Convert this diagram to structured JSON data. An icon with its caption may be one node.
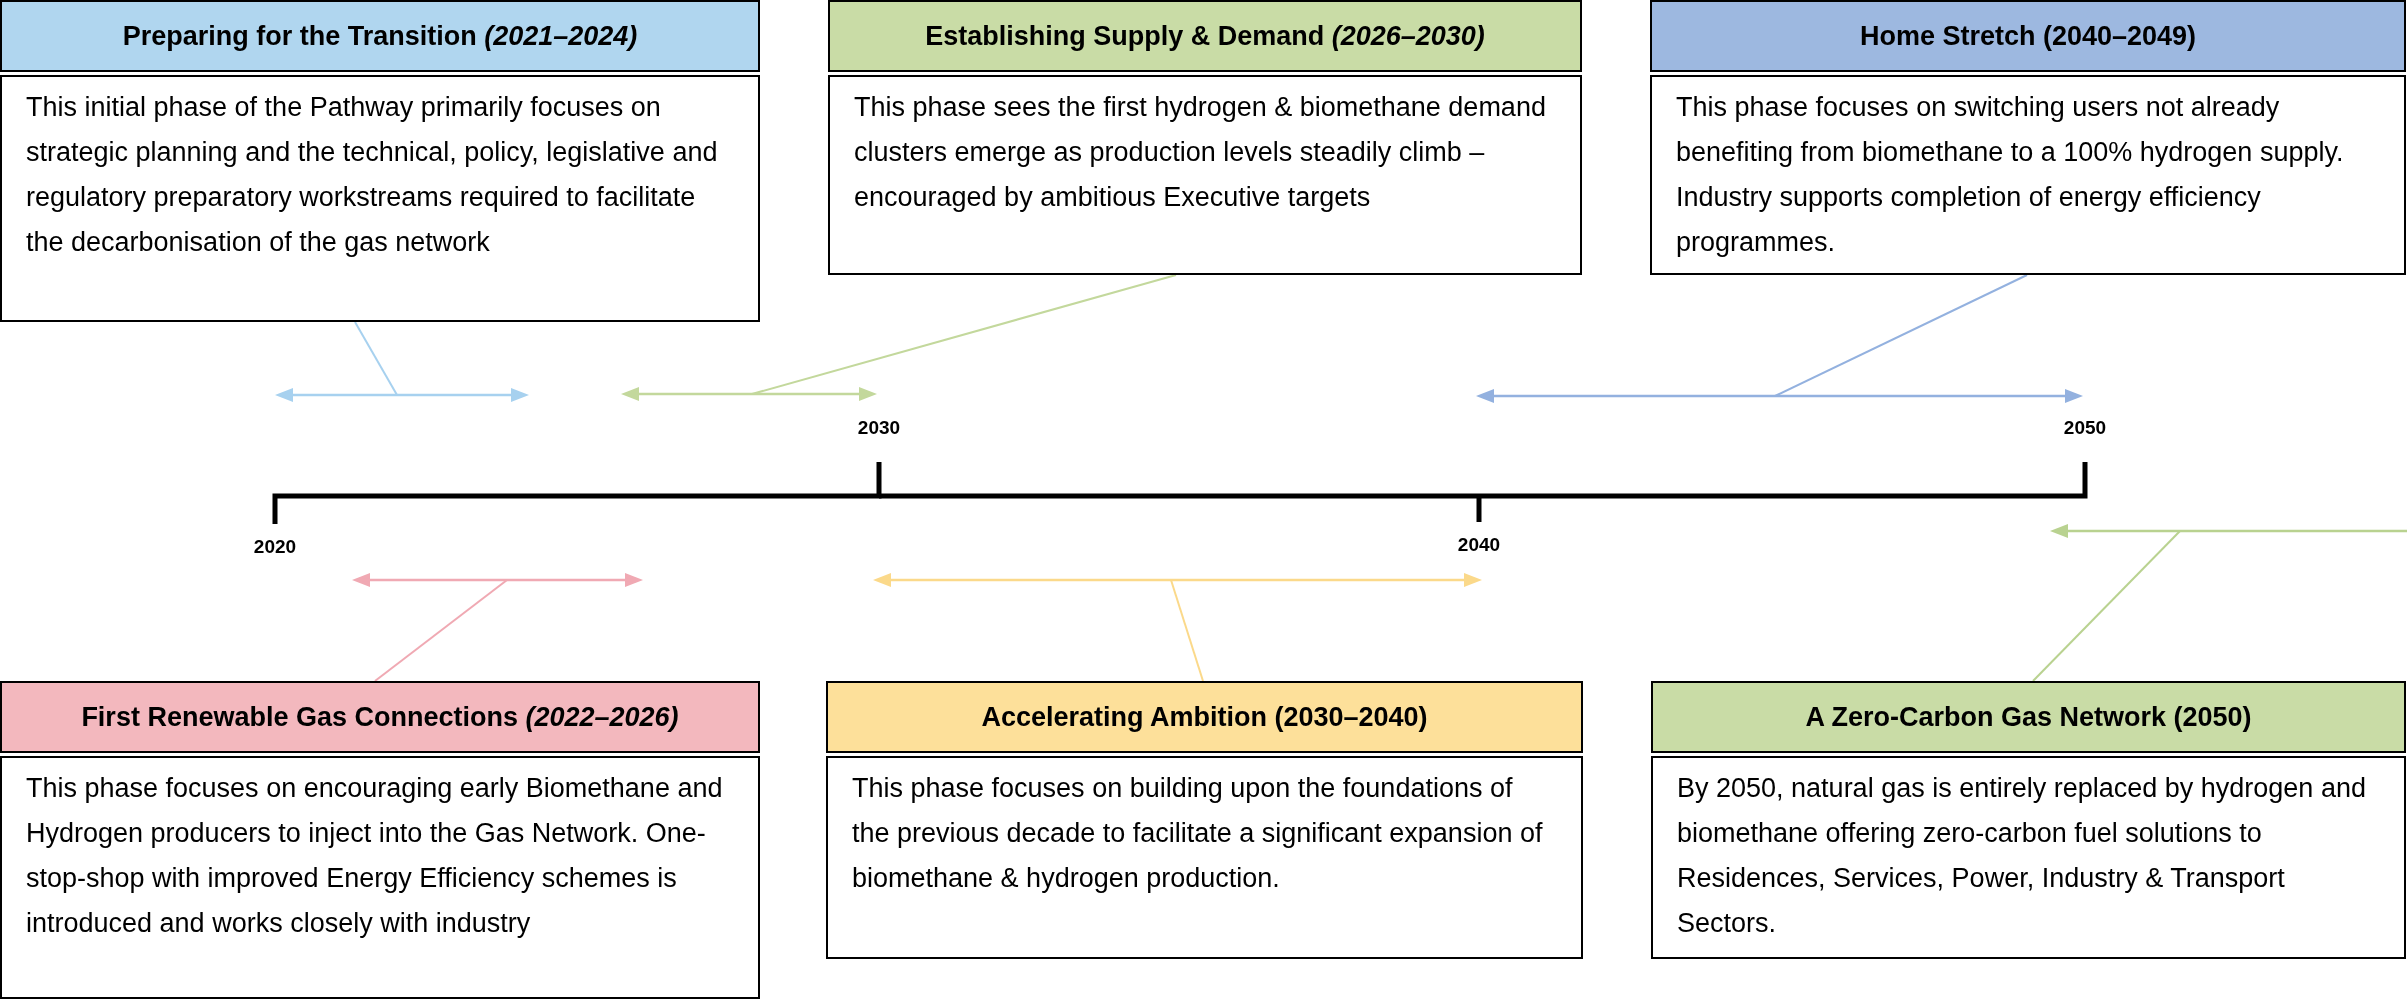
{
  "diagram": {
    "nodes": [
      {
        "text": [
          "Preparing for the Transition *(2021–2024)*",
          "This initial phase of the Pathway primarily focuses on strategic planning and the technical, policy, legislative and regulatory preparatory workstreams required to facilitate the decarbonisation of the gas network"
        ]
      },
      {
        "text": [
          "Establishing Supply & Demand *(2026–2030)*",
          "This phase sees the first hydrogen & biomethane demand clusters emerge as production levels steadily climb – encouraged by ambitious Executive targets"
        ]
      },
      {
        "text": [
          "Home Stretch (2040–2049)",
          "This phase focuses on switching users not already benefiting from biomethane to a 100% hydrogen supply. Industry supports completion of energy efficiency programmes."
        ]
      },
      {
        "text": [
          "First Renewable Gas Connections *(2022–2026)*",
          "This phase focuses on encouraging early Biomethane and Hydrogen producers to inject into the Gas Network. One-stop-shop with improved Energy Efficiency schemes is introduced and works closely with industry"
        ]
      },
      {
        "text": [
          "Accelerating Ambition (2030–2040)",
          "This phase focuses on building upon the foundations of the previous decade to facilitate a significant expansion of biomethane & hydrogen production."
        ]
      },
      {
        "text": [
          "A Zero-Carbon Gas Network (2050)",
          "By 2050, natural gas is entirely replaced by hydrogen and biomethane offering zero-carbon fuel solutions to Residences, Services, Power, Industry & Transport Sectors."
        ]
      }
    ],
    "edges": [
      {
        "from": 0,
        "to": null,
        "arrow": "none",
        "color": "#a7d1ef"
      },
      {
        "from": 1,
        "to": null,
        "arrow": "none",
        "color": "#c3d89c"
      },
      {
        "from": 2,
        "to": null,
        "arrow": "none",
        "color": "#93b1df"
      },
      {
        "from": 3,
        "to": null,
        "arrow": "none",
        "color": "#f0a9b3"
      },
      {
        "from": 4,
        "to": null,
        "arrow": "none",
        "color": "#fbd98a"
      },
      {
        "from": 5,
        "to": null,
        "arrow": "none",
        "color": "#b9d290"
      }
    ],
    "labels": [
      "2030",
      "2050",
      "2020",
      "2040"
    ]
  }
}
